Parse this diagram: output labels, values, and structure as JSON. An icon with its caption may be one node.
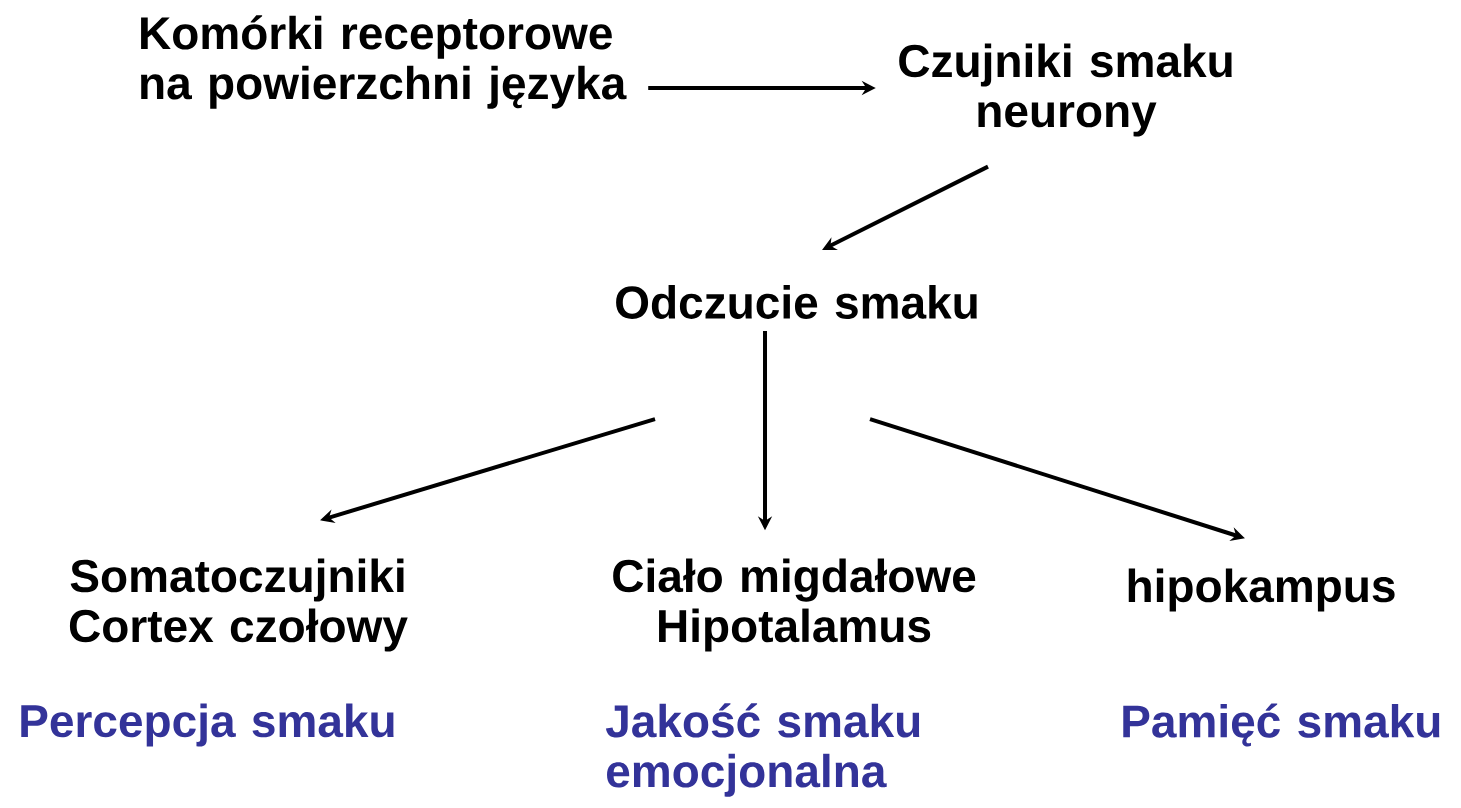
{
  "diagram": {
    "nodes": [
      {
        "text": [
          "Komórki receptorowe na powierzchni języka"
        ]
      },
      {
        "text": [
          "Czujniki smaku neurony"
        ]
      },
      {
        "text": [
          "Odczucie smaku"
        ]
      },
      {
        "text": [
          "Somatoczujniki Cortex czołowy"
        ],
        "beside": [
          "Percepcja smaku"
        ]
      },
      {
        "text": [
          "Ciało migdałowe Hipotalamus"
        ],
        "beside": [
          "Jakość smaku emocjonalna"
        ]
      },
      {
        "text": [
          "hipokampus"
        ],
        "beside": [
          "Pamięć smaku"
        ]
      }
    ],
    "edges": [
      {
        "from": 0,
        "to": 1,
        "arrow": "to"
      },
      {
        "from": 1,
        "to": 2,
        "arrow": "to"
      },
      {
        "from": 2,
        "to": 3,
        "arrow": "to"
      },
      {
        "from": 2,
        "to": 4,
        "arrow": "to"
      },
      {
        "from": 2,
        "to": 5,
        "arrow": "to"
      }
    ]
  }
}
